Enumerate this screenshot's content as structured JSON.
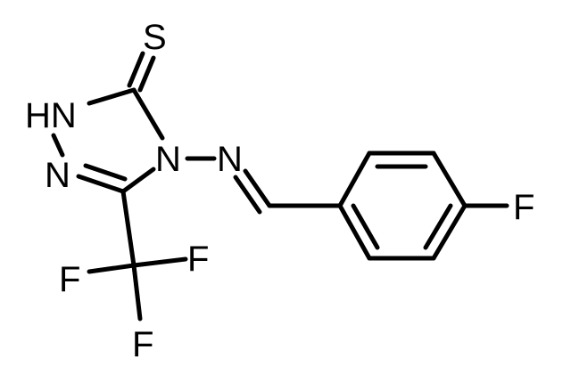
{
  "molecule": {
    "atoms": {
      "s": "S",
      "hn": "HN",
      "n_triazole_low": "N",
      "n4": "N",
      "n_imine": "N",
      "f_phenyl": "F",
      "f1": "F",
      "f2": "F",
      "f3": "F"
    }
  }
}
